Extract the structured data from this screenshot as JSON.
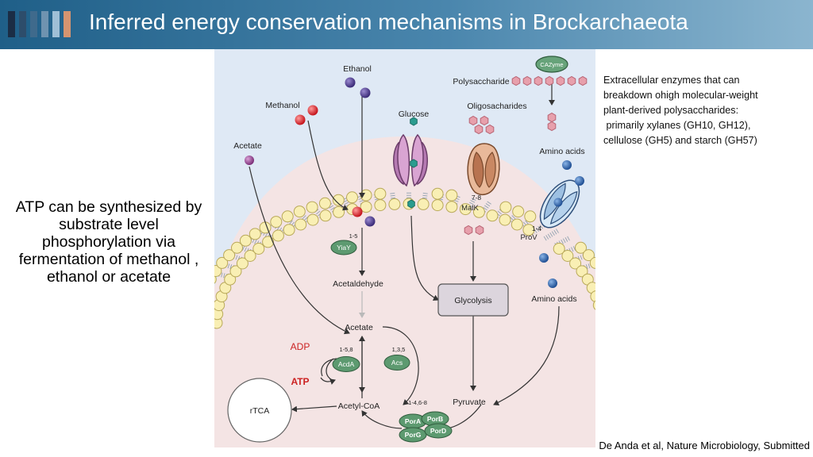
{
  "header": {
    "title": "Inferred energy conservation mechanisms in Brockarchaeota",
    "bar_colors": [
      "#1b2d45",
      "#2d4d6b",
      "#3f6a8c",
      "#6f93b0",
      "#9fbfd6",
      "#d59470"
    ]
  },
  "left_text": {
    "lines": [
      "ATP can be synthesized by",
      "substrate level",
      "phosphorylation via",
      "fermentation of methanol ,",
      "ethanol or acetate"
    ]
  },
  "right_text": {
    "lines": [
      "Extracellular enzymes that can",
      "breakdown ohigh molecular-weight",
      "plant-derived polysaccharides:",
      " primarily xylanes (GH10, GH12),",
      "cellulose (GH5) and starch (GH57)"
    ]
  },
  "citation": "De Anda et al, Nature Microbiology, Submitted",
  "diagram": {
    "outside": {
      "ethanol": "Ethanol",
      "methanol": "Methanol",
      "acetate": "Acetate",
      "glucose": "Glucose",
      "polysaccharide": "Polysaccharide",
      "oligosaccharides": "Oligosacharides",
      "amino_acids": "Amino acids",
      "cazyme": "CAZyme"
    },
    "transporters": {
      "malk_num": "7-8",
      "malk": "MalK",
      "prov_num": "1-4",
      "prov": "ProV"
    },
    "inside": {
      "yiay_num": "1-5",
      "yiay": "YiaY",
      "acetaldehyde": "Acetaldehyde",
      "acetate": "Acetate",
      "acda_num": "1-5,8",
      "acda": "AcdA",
      "acs_num": "1,3,5",
      "acs": "Acs",
      "adp": "ADP",
      "atp": "ATP",
      "rtca": "rTCA",
      "acetyl_coa": "Acetyl-CoA",
      "por_num": "1-4,6-8",
      "pyruvate": "Pyruvate",
      "glycolysis": "Glycolysis",
      "amino_acids": "Amino acids",
      "pora": "PorA",
      "porb": "PorB",
      "porg": "PorG",
      "pord": "PorD"
    },
    "colors": {
      "extracellular_bg": "#dfe9f5",
      "cytoplasm_bg": "#f4e4e4",
      "lipid_head": "#f9efb4",
      "enzyme_green": "#5d9a70",
      "methanol": "#d8232a",
      "ethanol": "#4d3a8a",
      "acetate_ball": "#8b3d87",
      "amino_acid": "#2d62a8",
      "sugar_hex": "#e7a0ac",
      "glucose_hex": "#2a9c8f",
      "adp_atp_red": "#cc2222"
    }
  }
}
